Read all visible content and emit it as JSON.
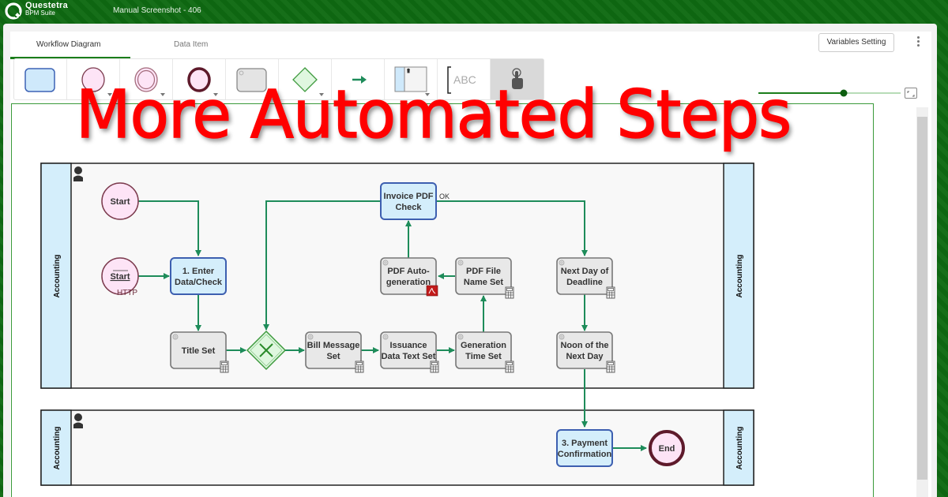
{
  "app": {
    "brand_line1": "Questetra",
    "brand_line2": "BPM Suite",
    "window_title": "Manual Screenshot - 406"
  },
  "tabs": [
    {
      "label": "Workflow Diagram",
      "active": true
    },
    {
      "label": "Data Item",
      "active": false
    }
  ],
  "header": {
    "variables_button": "Variables Setting",
    "more_menu_icon": "kebab-icon"
  },
  "toolbar": {
    "tools": [
      {
        "name": "human-task-tool",
        "icon": "rounded-rect-blue-icon",
        "has_menu": false
      },
      {
        "name": "start-event-tool",
        "icon": "circle-thin-icon",
        "has_menu": true
      },
      {
        "name": "intermediate-event-tool",
        "icon": "circle-double-icon",
        "has_menu": true
      },
      {
        "name": "end-event-tool",
        "icon": "circle-thick-icon",
        "has_menu": true
      },
      {
        "name": "automated-task-tool",
        "icon": "rounded-rect-gray-gear-icon",
        "has_menu": true
      },
      {
        "name": "gateway-tool",
        "icon": "diamond-icon",
        "has_menu": true
      },
      {
        "name": "flow-tool",
        "icon": "arrow-right-icon",
        "has_menu": false
      },
      {
        "name": "swimlane-tool",
        "icon": "swimlane-icon",
        "has_menu": true
      },
      {
        "name": "annotation-tool",
        "icon": "text-annotation-icon",
        "text": "ABC",
        "has_menu": false
      },
      {
        "name": "select-tool",
        "icon": "hand-pointer-icon",
        "has_menu": false,
        "active": true
      }
    ],
    "zoom_level": 0.6
  },
  "headline": "More Automated Steps",
  "diagram": {
    "lanes": [
      {
        "label": "Accounting"
      },
      {
        "label": "Accounting"
      }
    ],
    "nodes": {
      "start": {
        "label": "Start",
        "type": "start-event"
      },
      "start_http": {
        "label": "Start",
        "sublabel": "HTTP",
        "type": "http-start-event"
      },
      "enter_data": {
        "label": [
          "1. Enter",
          "Data/Check"
        ],
        "type": "human-task"
      },
      "title_set": {
        "label": [
          "Title Set"
        ],
        "type": "automated-task",
        "badge": "calculator"
      },
      "gateway": {
        "type": "exclusive-gateway"
      },
      "bill_message": {
        "label": [
          "Bill Message",
          "Set"
        ],
        "type": "automated-task",
        "badge": "calculator"
      },
      "issuance_data": {
        "label": [
          "Issuance",
          "Data Text Set"
        ],
        "type": "automated-task",
        "badge": "calculator"
      },
      "generation_time": {
        "label": [
          "Generation",
          "Time Set"
        ],
        "type": "automated-task",
        "badge": "calculator"
      },
      "pdf_file_name": {
        "label": [
          "PDF File",
          "Name Set"
        ],
        "type": "automated-task",
        "badge": "calculator"
      },
      "pdf_auto": {
        "label": [
          "PDF Auto-",
          "generation"
        ],
        "type": "automated-task",
        "badge": "pdf"
      },
      "invoice_check": {
        "label": [
          "Invoice PDF",
          "Check"
        ],
        "type": "human-task"
      },
      "next_day_deadline": {
        "label": [
          "Next Day of",
          "Deadline"
        ],
        "type": "automated-task",
        "badge": "calculator"
      },
      "noon_next_day": {
        "label": [
          "Noon of the",
          "Next Day"
        ],
        "type": "automated-task",
        "badge": "calculator"
      },
      "payment_confirmation": {
        "label": [
          "3. Payment",
          "Confirmation"
        ],
        "type": "human-task"
      },
      "end": {
        "label": "End",
        "type": "end-event"
      }
    },
    "flow_labels": {
      "ok": "OK"
    }
  },
  "colors": {
    "header_green": "#0f6a12",
    "accent_green": "#1a7d1a",
    "flow_green": "#1e8c5a",
    "headline_red": "#ff0000",
    "human_task_fill": "#d4eefb",
    "human_task_stroke": "#3d5fb0",
    "event_fill": "#fde4f6",
    "event_stroke": "#6b2a3a",
    "auto_task_fill": "#e8e8e8",
    "lane_header_fill": "#d4eefb"
  }
}
